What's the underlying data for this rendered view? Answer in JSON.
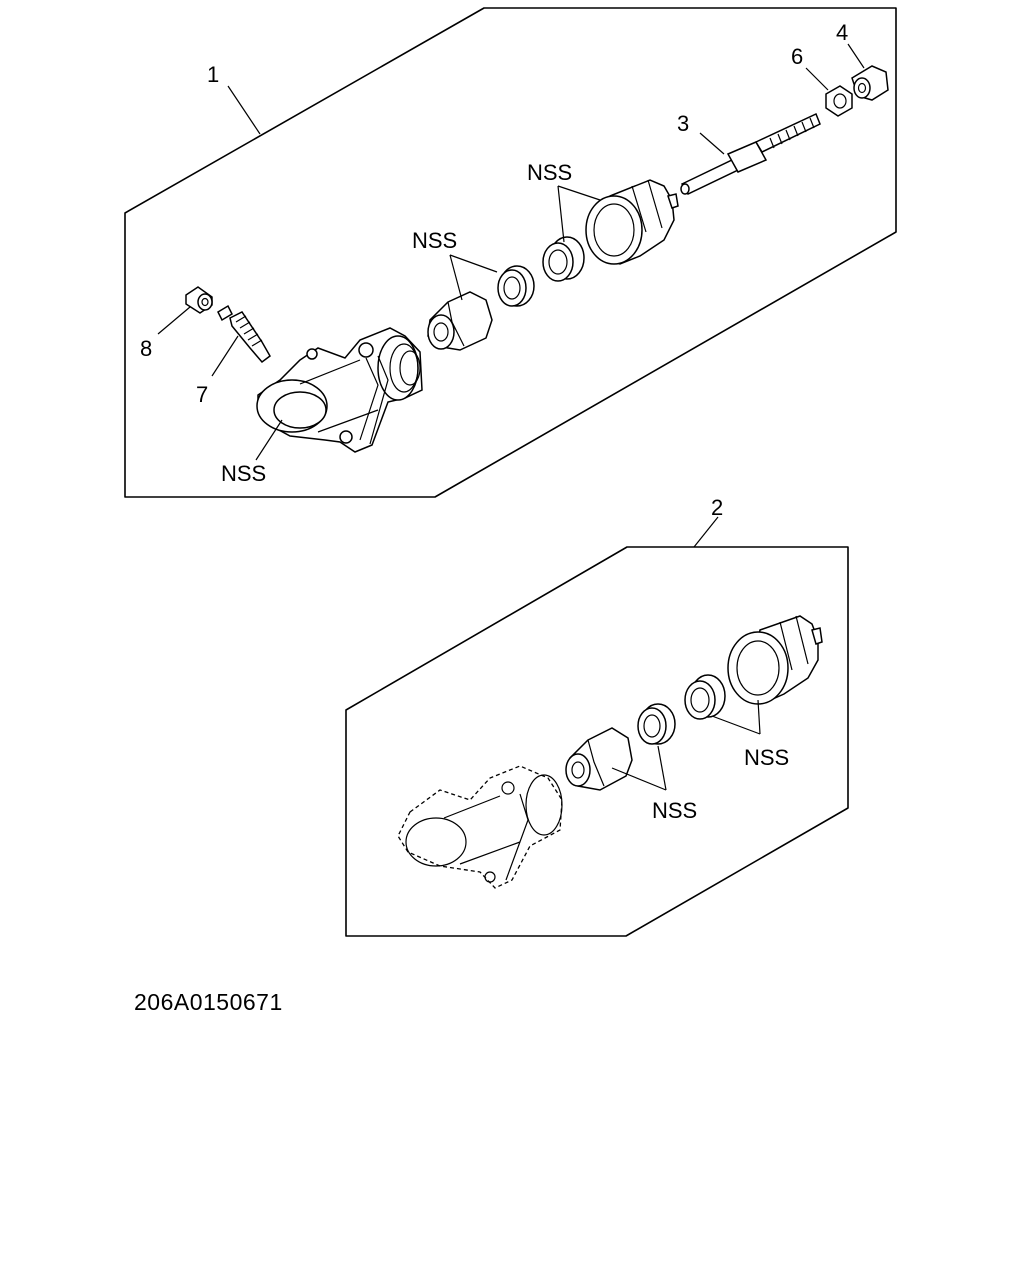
{
  "callouts": {
    "item1": "1",
    "item2": "2",
    "item3": "3",
    "item4": "4",
    "item6": "6",
    "item7": "7",
    "item8": "8"
  },
  "nss_labels": {
    "kit1_body": "NSS",
    "kit1_piston": "NSS",
    "kit1_boot": "NSS",
    "kit2_piston": "NSS",
    "kit2_boot": "NSS"
  },
  "drawing_code": "206A0150671"
}
